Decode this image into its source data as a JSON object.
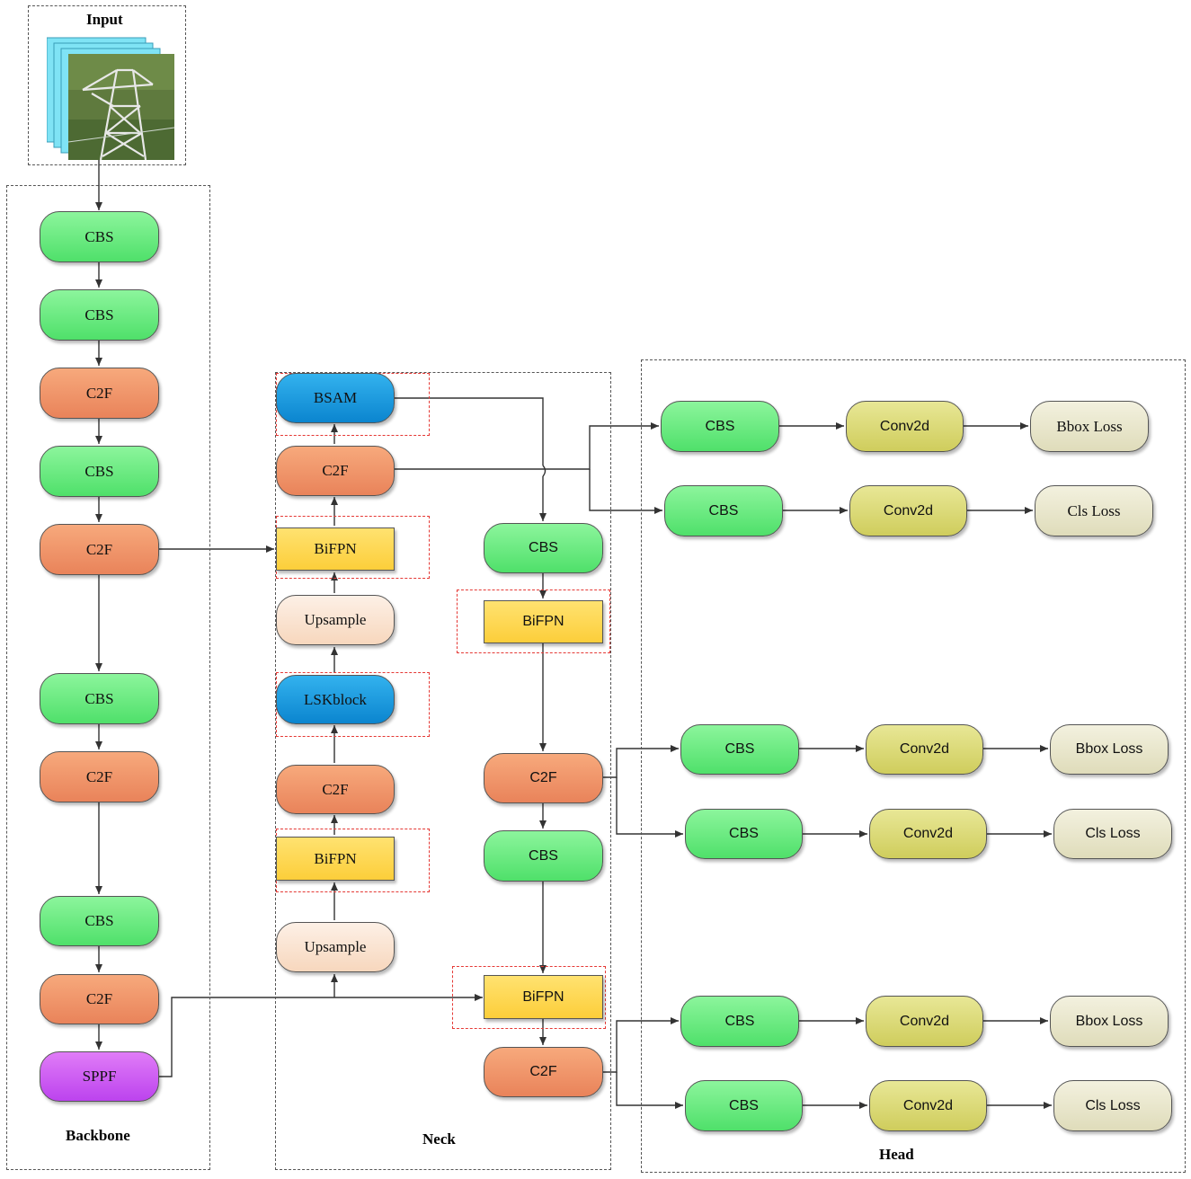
{
  "regions": {
    "input": "Input",
    "backbone": "Backbone",
    "neck": "Neck",
    "head": "Head"
  },
  "backbone": {
    "cbs_1": "CBS",
    "cbs_2": "CBS",
    "c2f_1": "C2F",
    "cbs_3": "CBS",
    "c2f_2": "C2F",
    "cbs_4": "CBS",
    "c2f_3": "C2F",
    "cbs_5": "CBS",
    "c2f_4": "C2F",
    "sppf": "SPPF"
  },
  "neck": {
    "bsam": "BSAM",
    "c2f_top": "C2F",
    "bifpn_top": "BiFPN",
    "upsample_1": "Upsample",
    "lskblock": "LSKblock",
    "c2f_mid": "C2F",
    "bifpn_mid": "BiFPN",
    "upsample_2": "Upsample",
    "cbs_right_1": "CBS",
    "bifpn_right_1": "BiFPN",
    "c2f_right_1": "C2F",
    "cbs_right_2": "CBS",
    "bifpn_right_2": "BiFPN",
    "c2f_right_2": "C2F"
  },
  "head": {
    "rows": [
      {
        "cbs": "CBS",
        "conv": "Conv2d",
        "loss": "Bbox Loss"
      },
      {
        "cbs": "CBS",
        "conv": "Conv2d",
        "loss": "Cls Loss"
      },
      {
        "cbs": "CBS",
        "conv": "Conv2d",
        "loss": "Bbox Loss"
      },
      {
        "cbs": "CBS",
        "conv": "Conv2d",
        "loss": "Cls Loss"
      },
      {
        "cbs": "CBS",
        "conv": "Conv2d",
        "loss": "Bbox Loss"
      },
      {
        "cbs": "CBS",
        "conv": "Conv2d",
        "loss": "Cls Loss"
      }
    ]
  }
}
